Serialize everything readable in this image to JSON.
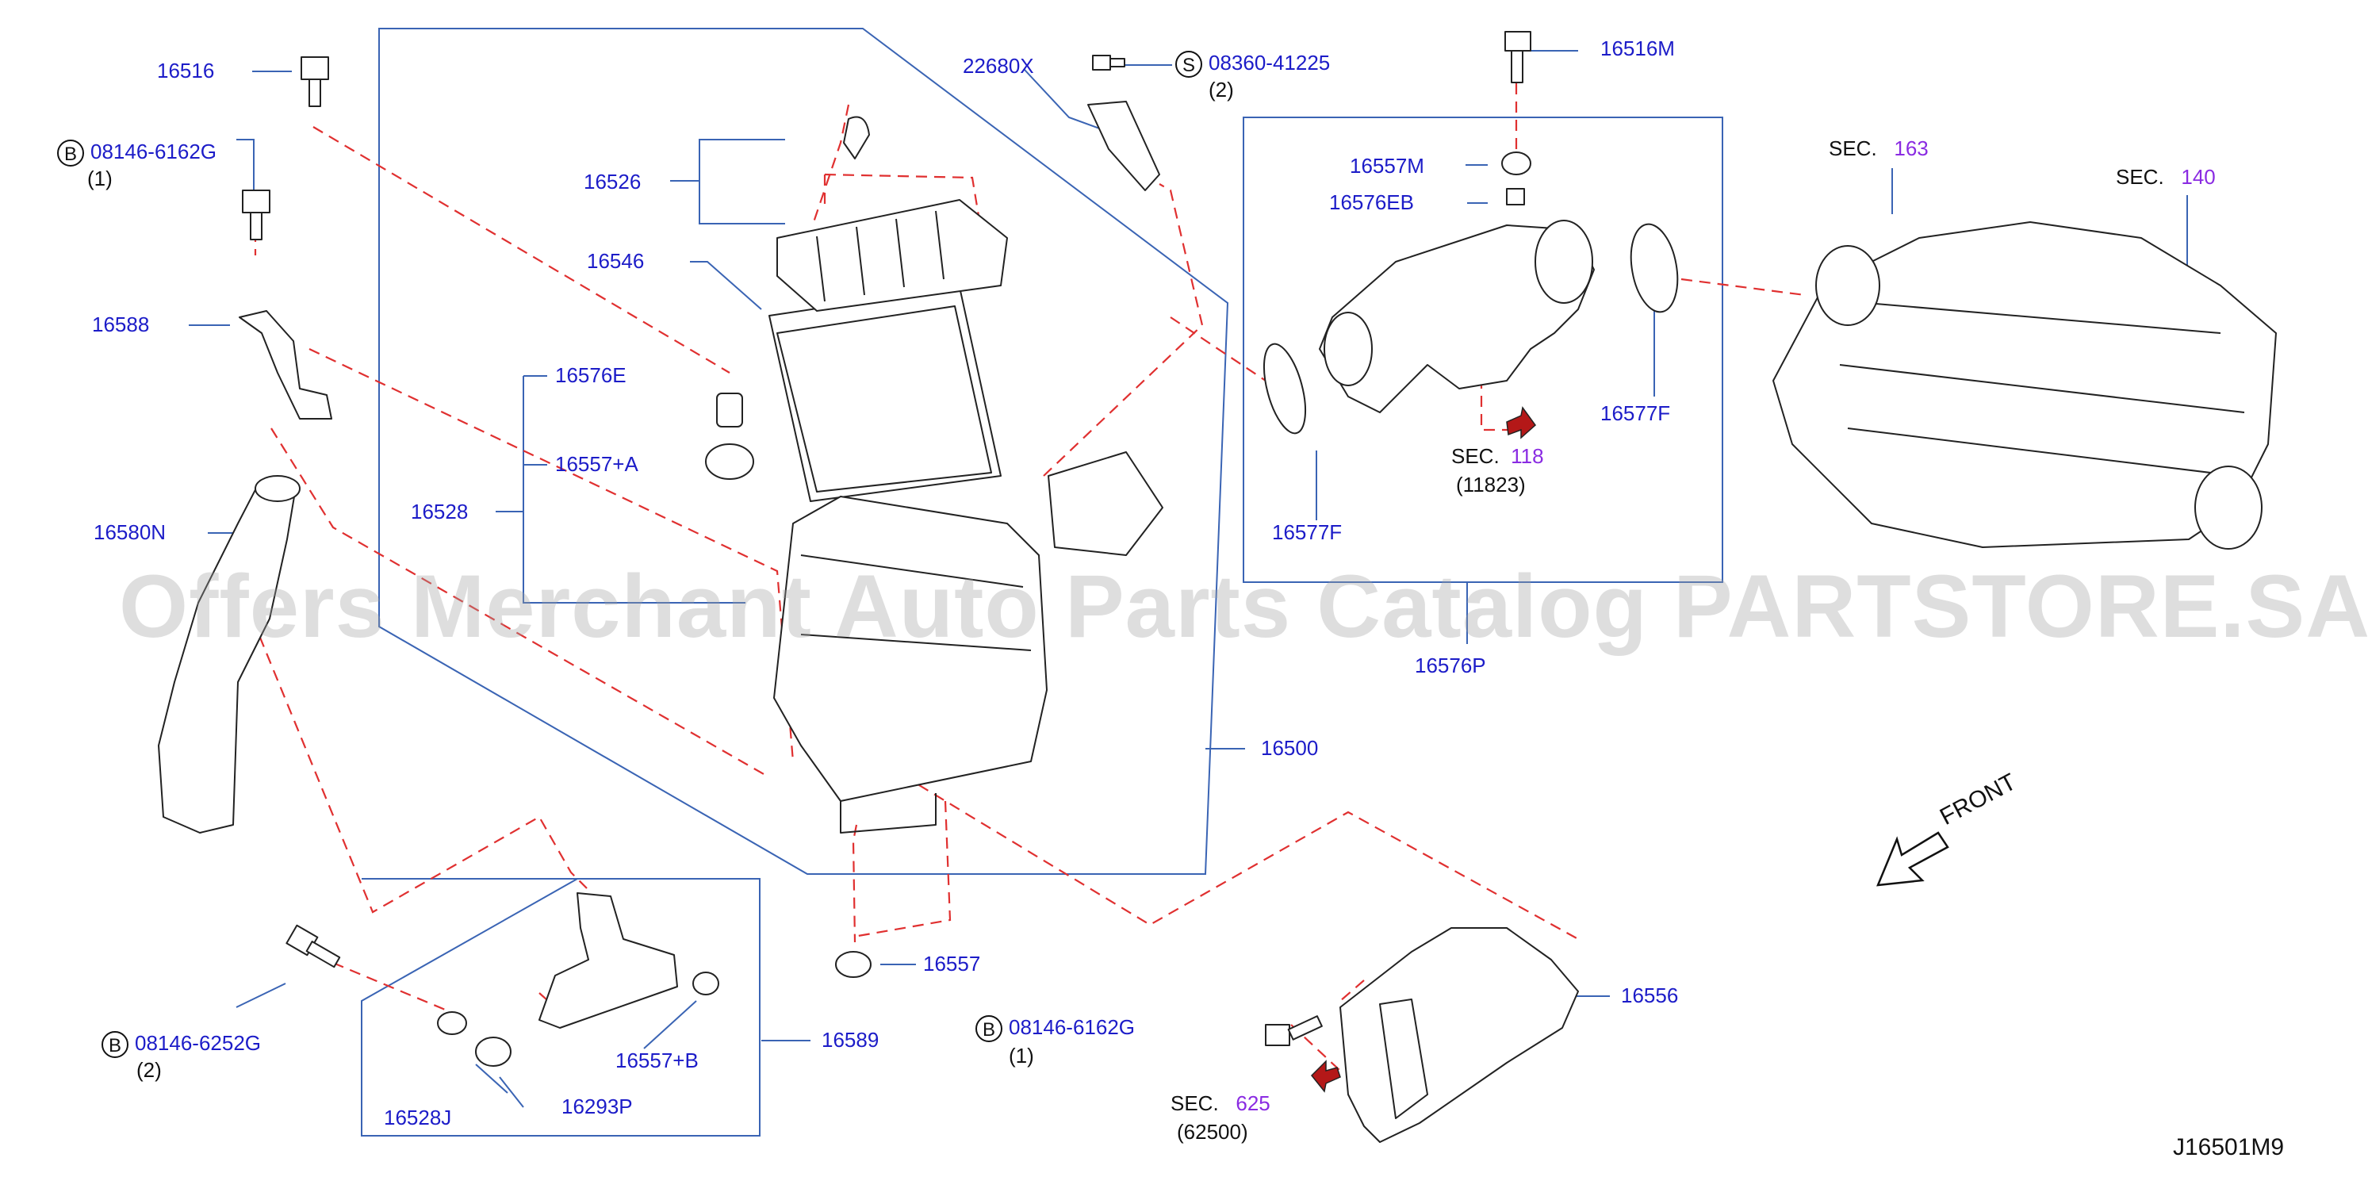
{
  "watermark": "Offers Merchant Auto Parts Catalog PARTSTORE.SA",
  "diagram_code": "J16501M9",
  "front_label": "FRONT",
  "colors": {
    "part_no": "#1c1cc8",
    "section": "#8a2be2",
    "leader": "#3a64b4",
    "dashed": "#e03030",
    "drawing": "#222222"
  },
  "labels": {
    "p16516": "16516",
    "p16526": "16526",
    "p16546": "16546",
    "p16588": "16588",
    "p16576E": "16576E",
    "p16557A": "16557+A",
    "p16528": "16528",
    "p16580N": "16580N",
    "p16500": "16500",
    "p16557": "16557",
    "p16589": "16589",
    "p16528J": "16528J",
    "p16293P": "16293P",
    "p16557B": "16557+B",
    "p22680X": "22680X",
    "p16516M": "16516M",
    "p16557M": "16557M",
    "p16576EB": "16576EB",
    "p16577F_a": "16577F",
    "p16577F_b": "16577F",
    "p16576P": "16576P",
    "p16556": "16556"
  },
  "bolts": {
    "b1": {
      "prefix": "B",
      "code": "08146-6162G",
      "qty": "(1)"
    },
    "b2": {
      "prefix": "B",
      "code": "08146-6252G",
      "qty": "(2)"
    },
    "b3": {
      "prefix": "B",
      "code": "08146-6162G",
      "qty": "(1)"
    },
    "s1": {
      "prefix": "S",
      "code": "08360-41225",
      "qty": "(2)"
    }
  },
  "sections": {
    "s118": {
      "word": "SEC.",
      "num": "118",
      "sub": "(11823)"
    },
    "s163": {
      "word": "SEC.",
      "num": "163"
    },
    "s140": {
      "word": "SEC.",
      "num": "140"
    },
    "s625": {
      "word": "SEC.",
      "num": "625",
      "sub": "(62500)"
    }
  }
}
